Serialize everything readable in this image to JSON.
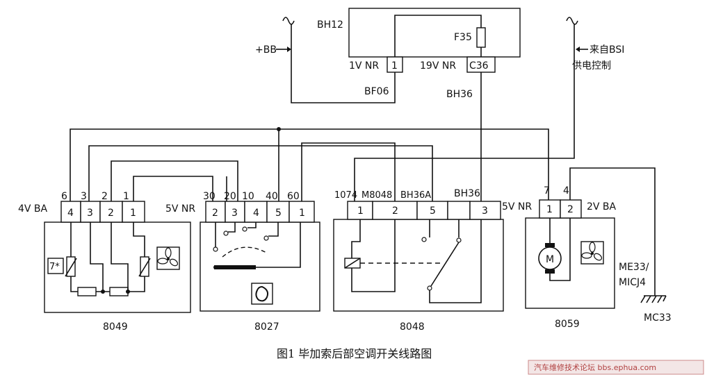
{
  "caption": "图1 毕加索后部空调开关线路图",
  "watermark": "汽车维修技术论坛 bbs.ephua.com",
  "top": {
    "bb": "+BB",
    "bh12": "BH12",
    "f35": "F35",
    "pin_1v": "1V NR",
    "pin_1": "1",
    "pin_19v": "19V NR",
    "pin_c36": "C36",
    "bf06": "BF06",
    "bh36": "BH36",
    "bsi_1": "来自BSI",
    "bsi_2": "供电控制"
  },
  "wire_numbers": {
    "n6": "6",
    "n3": "3",
    "n2": "2",
    "n1": "1",
    "n30": "30",
    "n20": "20",
    "n10": "10",
    "n40": "40",
    "n60": "60",
    "n1074": "1074",
    "m8048": "M8048",
    "bh36a": "BH36A",
    "bh36": "BH36",
    "n7": "7",
    "n4": "4"
  },
  "c8049": {
    "conn": "4V BA",
    "pins": [
      "4",
      "3",
      "2",
      "1"
    ],
    "resistor": "7*",
    "label": "8049"
  },
  "c8027": {
    "conn": "5V NR",
    "pins": [
      "2",
      "3",
      "4",
      "5",
      "1"
    ],
    "label": "8027"
  },
  "c8048": {
    "conn": "5V NR",
    "pins": [
      "1",
      "2",
      "5",
      "",
      "3"
    ],
    "label": "8048"
  },
  "c8059": {
    "conn": "2V BA",
    "pins": [
      "1",
      "2"
    ],
    "motor": "M",
    "label": "8059"
  },
  "ground": {
    "label1": "ME33/",
    "label2": "MICJ4",
    "label3": "MC33"
  }
}
